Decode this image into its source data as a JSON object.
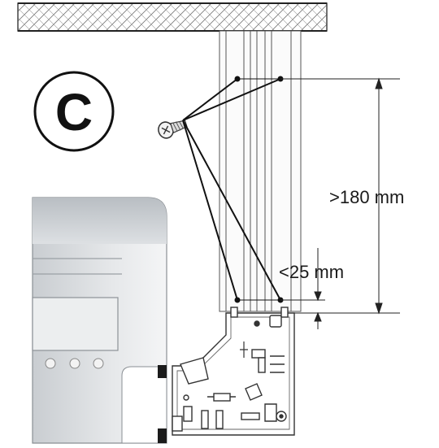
{
  "step": {
    "letter": "C"
  },
  "dimensions": {
    "spacing_label": ">180 mm",
    "offset_label": "<25 mm"
  },
  "icons": {
    "screw": "screw-icon",
    "ceiling": "ceiling-hatch",
    "device": "indoor-unit",
    "bracket": "mounting-bracket"
  }
}
